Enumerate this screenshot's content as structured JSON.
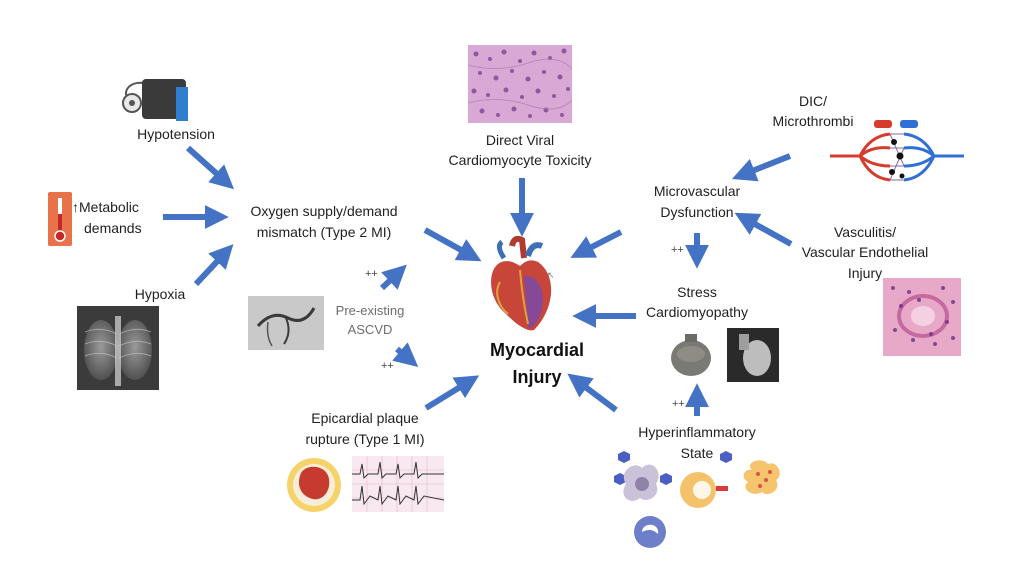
{
  "center": {
    "line1": "Myocardial",
    "line2": "Injury"
  },
  "labels": {
    "hypotension": "Hypotension",
    "metabolic_line1": "↑Metabolic",
    "metabolic_line2": "demands",
    "hypoxia": "Hypoxia",
    "oxygen_line1": "Oxygen supply/demand",
    "oxygen_line2": "mismatch (Type 2 MI)",
    "ascvd_line1": "Pre-existing",
    "ascvd_line2": "ASCVD",
    "viral_line1": "Direct Viral",
    "viral_line2": "Cardiomyocyte Toxicity",
    "dic_line1": "DIC/",
    "dic_line2": "Microthrombi",
    "micro_line1": "Microvascular",
    "micro_line2": "Dysfunction",
    "vasc_line1": "Vasculitis/",
    "vasc_line2": "Vascular Endothelial",
    "vasc_line3": "Injury",
    "stress_line1": "Stress",
    "stress_line2": "Cardiomyopathy",
    "hyper_line1": "Hyperinflammatory",
    "hyper_line2": "State",
    "plaque_line1": "Epicardial plaque",
    "plaque_line2": "rupture (Type 1 MI)",
    "pp": "++"
  },
  "colors": {
    "arrow": "#4472c4",
    "histology": "#c58fc0",
    "heart": "#c0392b"
  },
  "icons": [
    "blood-pressure-cuff-icon",
    "thermometer-icon",
    "chest-xray-image",
    "coronary-angiogram-image",
    "histology-image",
    "heart-illustration",
    "microvasculature-illustration",
    "vasculitis-histology-image",
    "stress-cardiomyopathy-images",
    "immune-cells-illustration",
    "plaque-cross-section-icon",
    "ecg-strip-image"
  ]
}
